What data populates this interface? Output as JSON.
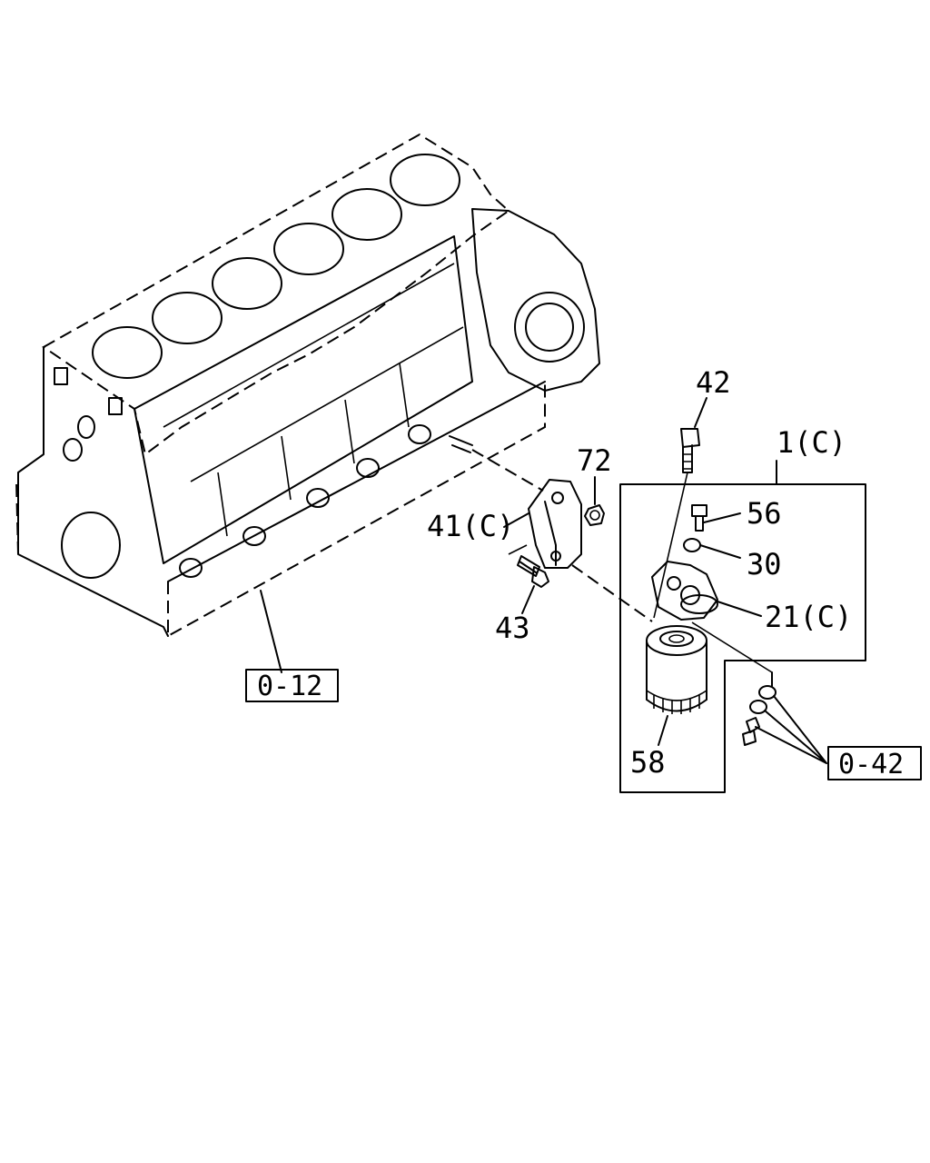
{
  "callouts": {
    "p42": "42",
    "p1c": "1(C)",
    "p72": "72",
    "p56": "56",
    "p41c": "41(C)",
    "p30": "30",
    "p21c": "21(C)",
    "p43": "43",
    "p58": "58"
  },
  "references": {
    "ref012": "0-12",
    "ref042": "0-42"
  }
}
